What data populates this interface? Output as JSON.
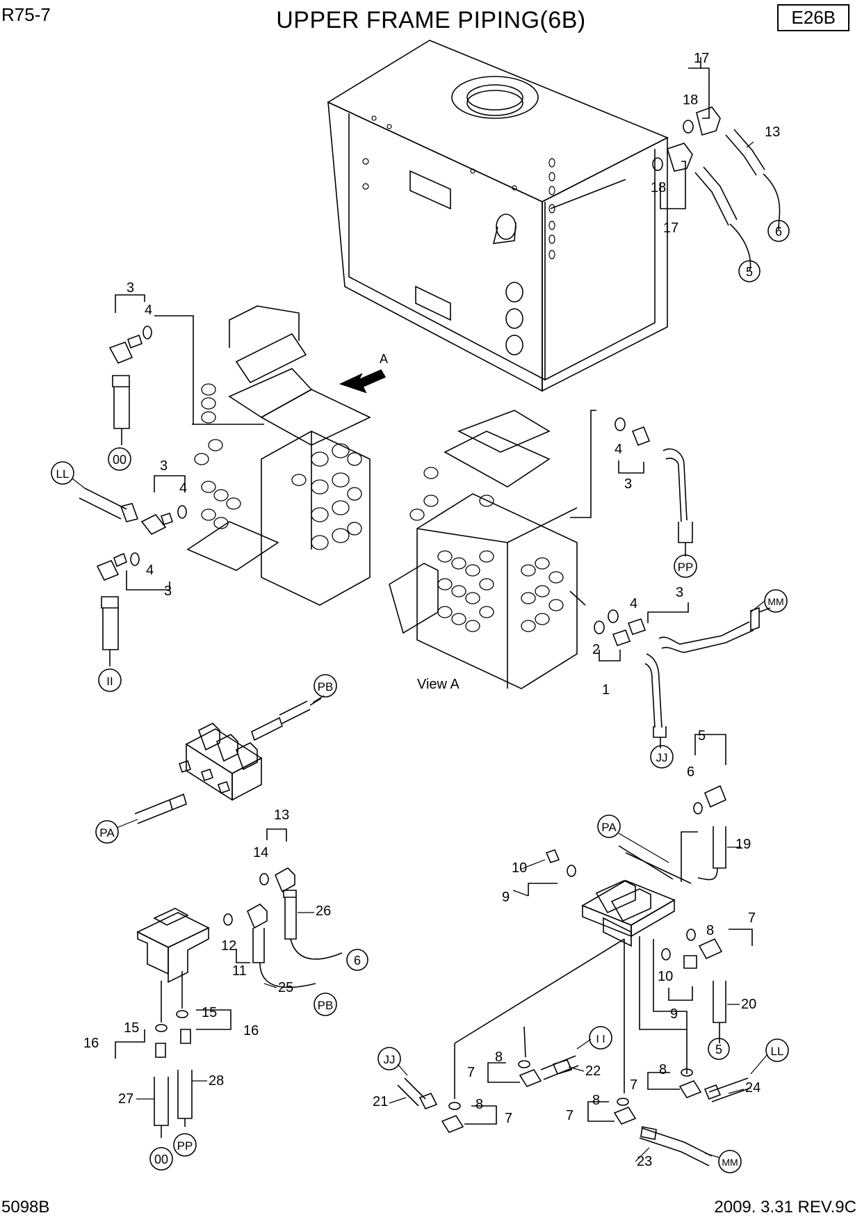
{
  "header": {
    "model": "R75-7",
    "title": "UPPER FRAME PIPING(6B)",
    "page_code": "E26B"
  },
  "footer": {
    "doc_no": "5098B",
    "revision": "2009. 3.31 REV.9C"
  },
  "view_labels": {
    "view_a": "View A",
    "arrow_a": "A"
  },
  "part_numbers": {
    "p1": "1",
    "p2": "2",
    "p3": "3",
    "p4": "4",
    "p5": "5",
    "p6": "6",
    "p7": "7",
    "p8": "8",
    "p9": "9",
    "p10": "10",
    "p11": "11",
    "p12": "12",
    "p13": "13",
    "p14": "14",
    "p15": "15",
    "p16": "16",
    "p17": "17",
    "p18": "18",
    "p19": "19",
    "p20": "20",
    "p21": "21",
    "p22": "22",
    "p23": "23",
    "p24": "24",
    "p25": "25",
    "p26": "26",
    "p27": "27",
    "p28": "28"
  },
  "connectors": {
    "c5": "5",
    "c6": "6",
    "c00": "00",
    "cLL": "LL",
    "cII": "II",
    "cPP": "PP",
    "cMM": "MM",
    "cJJ": "JJ",
    "cPB": "PB",
    "cPA": "PA",
    "cIIs": "I I"
  }
}
